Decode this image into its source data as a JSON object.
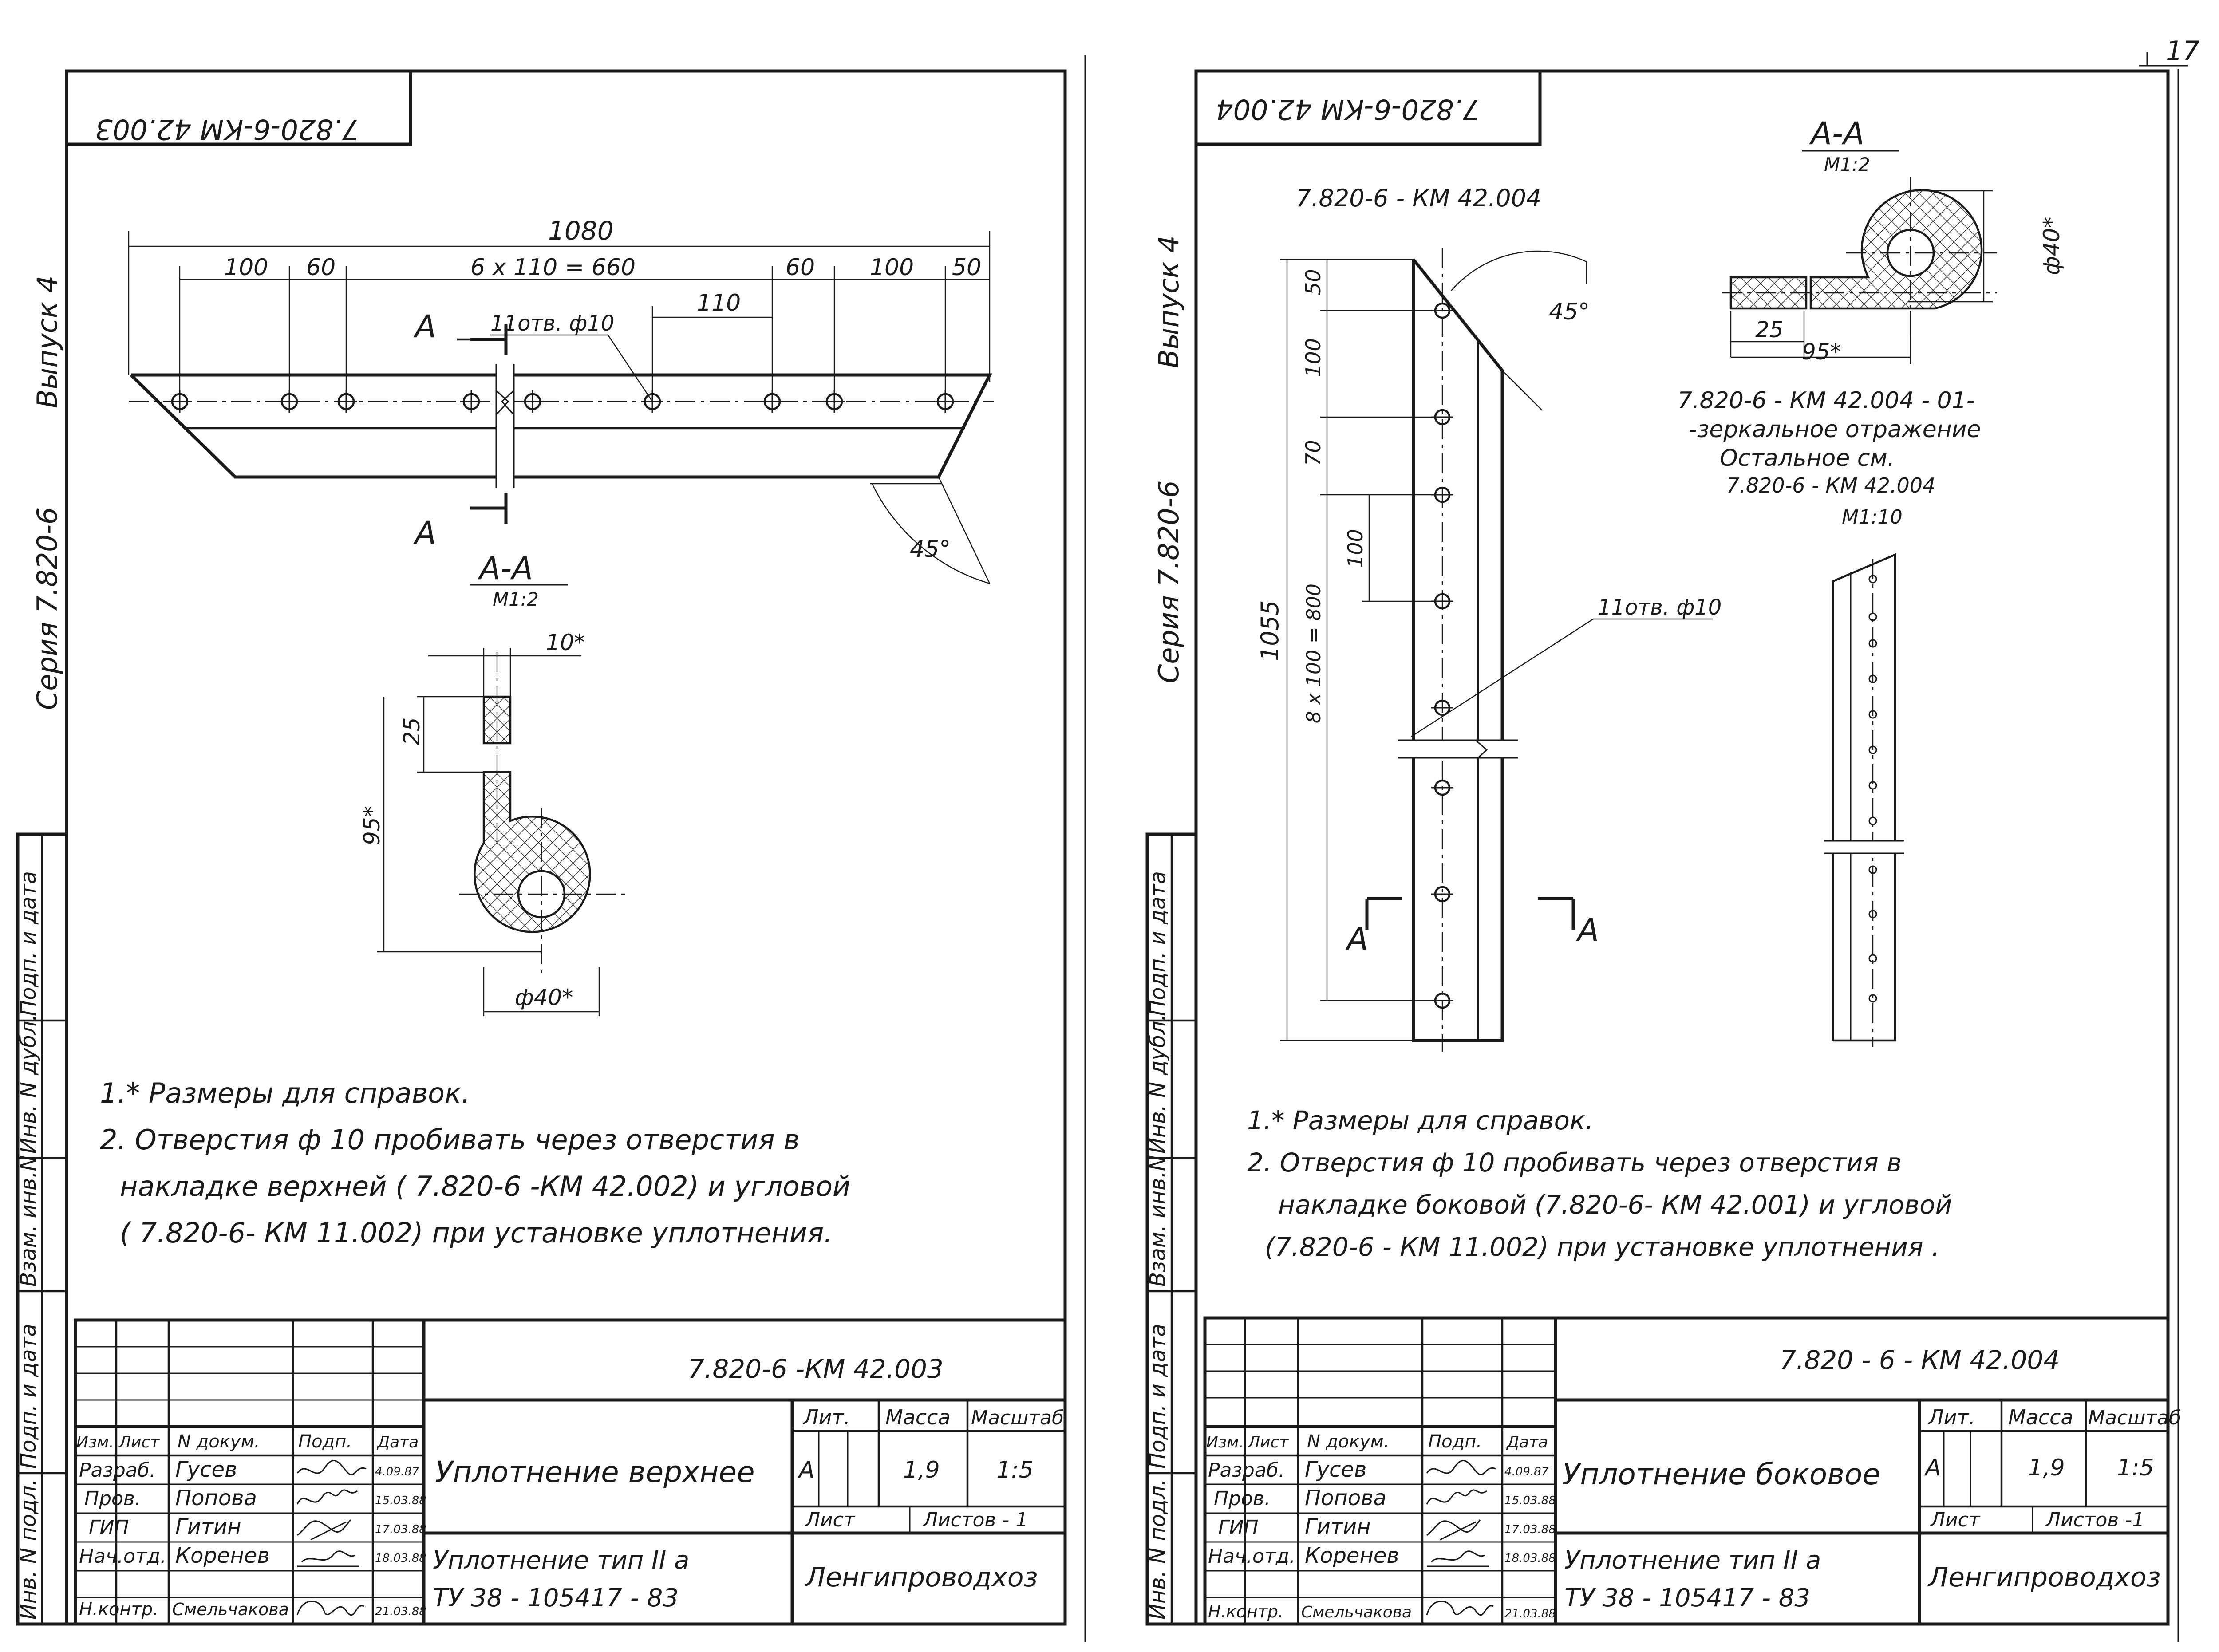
{
  "page_number": "17",
  "left": {
    "stamp_code": "7.820-6-КМ 42.003",
    "side_series": "Серия 7.820-6",
    "side_issue": "Выпуск 4",
    "dims": {
      "total": "1080",
      "d100a": "100",
      "d60a": "60",
      "center": "6 x 110 = 660",
      "d60b": "60",
      "d100b": "100",
      "d50": "50",
      "d110": "110",
      "holes": "11отв. ф10",
      "angle": "45°"
    },
    "cut_label": "А",
    "section_title": "А-А",
    "section_scale": "М1:2",
    "sect_dims": {
      "thick": "10*",
      "d25": "25",
      "d95": "95*",
      "dia": "ф40*"
    },
    "notes": [
      "1.* Размеры для справок.",
      "2. Отверстия ф 10 пробивать через отверстия в",
      "накладке верхней ( 7.820-6 -КМ 42.002) и угловой",
      "( 7.820-6- КМ 11.002) при установке уплотнения."
    ],
    "title_block": {
      "doc_code": "7.820-6 -КМ 42.003",
      "name": "Уплотнение верхнее",
      "product_line1": "Уплотнение тип II а",
      "product_line2": "ТУ 38 - 105417 - 83",
      "org": "Ленгипроводхоз",
      "hdr": {
        "lit": "Лит.",
        "mass": "Масса",
        "scale": "Масштаб"
      },
      "lit_val": "А",
      "mass_val": "1,9",
      "scale_val": "1:5",
      "sheet_label": "Лист",
      "sheets_label": "Листов - 1",
      "col_headers": [
        "Изм.",
        "Лист",
        "N докум.",
        "Подп.",
        "Дата"
      ],
      "people": [
        {
          "role": "Разраб.",
          "name": "Гусев",
          "date": "4.09.87"
        },
        {
          "role": "Пров.",
          "name": "Попова",
          "date": "15.03.88"
        },
        {
          "role": "ГИП",
          "name": "Гитин",
          "date": "17.03.88"
        },
        {
          "role": "Нач.отд.",
          "name": "Коренев",
          "date": "18.03.88"
        },
        {
          "role": "Н.контр.",
          "name": "Смельчакова",
          "date": "21.03.88"
        }
      ]
    }
  },
  "right": {
    "stamp_code": "7.820-6-КМ 42.004",
    "side_series": "Серия 7.820-6",
    "side_issue": "Выпуск 4",
    "part_code": "7.820-6 - КМ 42.004",
    "dims": {
      "total": "1055",
      "d50": "50",
      "d100a": "100",
      "d70": "70",
      "d100b": "100",
      "center": "8 x 100 = 800",
      "holes": "11отв. ф10",
      "angle": "45°"
    },
    "cut_label": "А",
    "section_title": "А-А",
    "section_scale": "М1:2",
    "sect_dims": {
      "d25": "25",
      "d95": "95*",
      "dia": "ф40*"
    },
    "mirror_note": [
      "7.820-6 - КМ 42.004 - 01-",
      "-зеркальное отражение",
      "Остальное см.",
      "7.820-6 - КМ 42.004"
    ],
    "mirror_scale": "М1:10",
    "notes": [
      "1.* Размеры для справок.",
      "2. Отверстия ф 10 пробивать через отверстия в",
      "накладке боковой (7.820-6- КМ 42.001) и угловой",
      "(7.820-6 - КМ 11.002) при установке уплотнения ."
    ],
    "title_block": {
      "doc_code": "7.820 - 6 - КМ 42.004",
      "name": "Уплотнение боковое",
      "product_line1": "Уплотнение тип II а",
      "product_line2": "ТУ 38 - 105417 - 83",
      "org": "Ленгипроводхоз",
      "hdr": {
        "lit": "Лит.",
        "mass": "Масса",
        "scale": "Масштаб"
      },
      "lit_val": "А",
      "mass_val": "1,9",
      "scale_val": "1:5",
      "sheet_label": "Лист",
      "sheets_label": "Листов -1",
      "col_headers": [
        "Изм.",
        "Лист",
        "N докум.",
        "Подп.",
        "Дата"
      ],
      "people": [
        {
          "role": "Разраб.",
          "name": "Гусев",
          "date": "4.09.87"
        },
        {
          "role": "Пров.",
          "name": "Попова",
          "date": "15.03.88"
        },
        {
          "role": "ГИП",
          "name": "Гитин",
          "date": "17.03.88"
        },
        {
          "role": "Нач.отд.",
          "name": "Коренев",
          "date": "18.03.88"
        },
        {
          "role": "Н.контр.",
          "name": "Смельчакова",
          "date": "21.03.88"
        }
      ]
    }
  },
  "margin_labels": [
    "Подп. и дата",
    "Инв. N дубл.",
    "Взам. инв.N",
    "Подп. и дата",
    "Инв. N подл."
  ]
}
